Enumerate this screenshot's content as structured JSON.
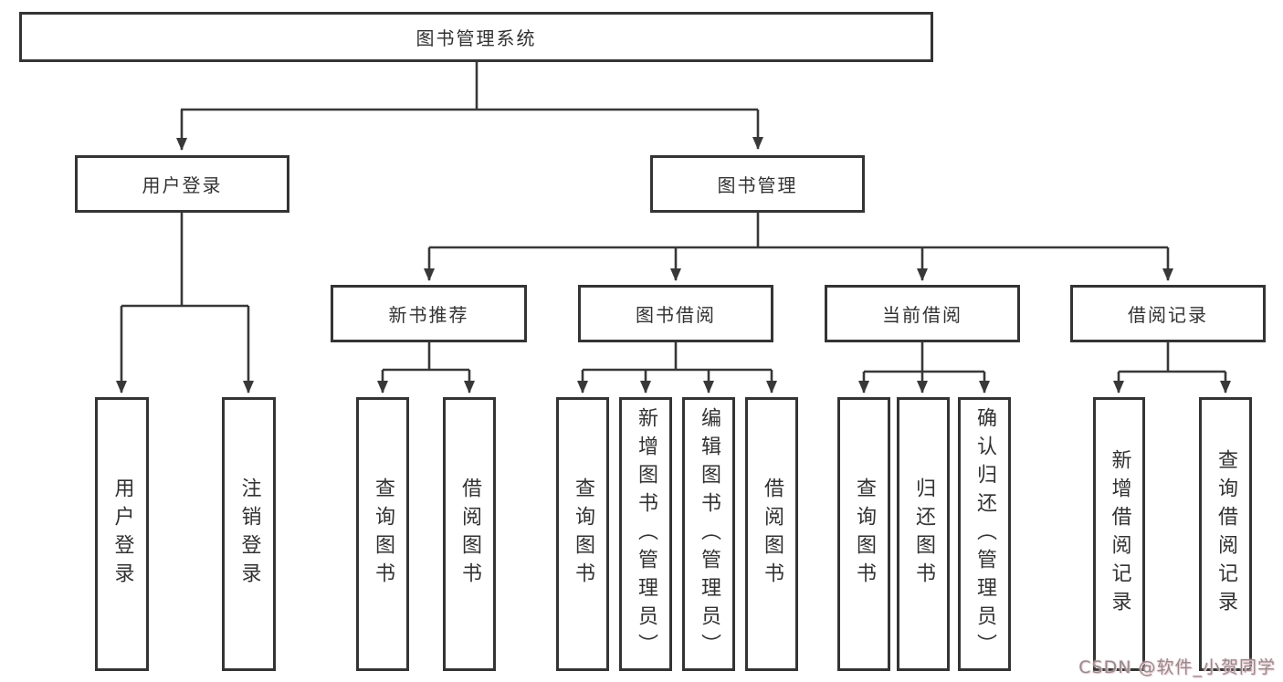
{
  "colors": {
    "line": "#383838",
    "box_border": "#343434",
    "text": "#323232",
    "watermark_gray": "#8f8f8f",
    "watermark_pink": "#f3bfca",
    "background": "#ffffff"
  },
  "watermark": "CSDN @软件_小贺同学",
  "tree": {
    "label": "图书管理系统",
    "children": [
      {
        "label": "用户登录",
        "children": [
          {
            "label": "用户登录"
          },
          {
            "label": "注销登录"
          }
        ]
      },
      {
        "label": "图书管理",
        "children": [
          {
            "label": "新书推荐",
            "children": [
              {
                "label": "查询图书"
              },
              {
                "label": "借阅图书"
              }
            ]
          },
          {
            "label": "图书借阅",
            "children": [
              {
                "label": "查询图书"
              },
              {
                "label": "新增图书（管理员）"
              },
              {
                "label": "编辑图书（管理员）"
              },
              {
                "label": "借阅图书"
              }
            ]
          },
          {
            "label": "当前借阅",
            "children": [
              {
                "label": "查询图书"
              },
              {
                "label": "归还图书"
              },
              {
                "label": "确认归还（管理员）"
              }
            ]
          },
          {
            "label": "借阅记录",
            "children": [
              {
                "label": "新增借阅记录"
              },
              {
                "label": "查询借阅记录"
              }
            ]
          }
        ]
      }
    ]
  }
}
